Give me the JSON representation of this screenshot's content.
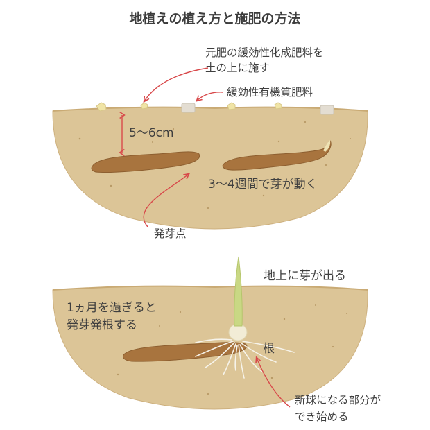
{
  "title": "地植えの植え方と施肥の方法",
  "top_diagram": {
    "fertilizer_instruction_line1": "元肥の緩効性化成肥料を",
    "fertilizer_instruction_line2": "土の上に施す",
    "fertilizer_type": "緩効性有機質肥料",
    "depth": "5〜6cm",
    "sprout_time": "3〜4週間で芽が動く",
    "sprouting_point": "発芽点"
  },
  "bottom_diagram": {
    "sprout_emerges": "地上に芽が出る",
    "rooting_line1": "1ヵ月を過ぎると",
    "rooting_line2": "発芽発根する",
    "root": "根",
    "new_bulb_line1": "新球になる部分が",
    "new_bulb_line2": "でき始める"
  },
  "colors": {
    "soil": "#dcc597",
    "soil_edge": "#cdb07e",
    "rhizome": "#a8743e",
    "arrow": "#d8484a",
    "sprout": "#c9d884"
  }
}
